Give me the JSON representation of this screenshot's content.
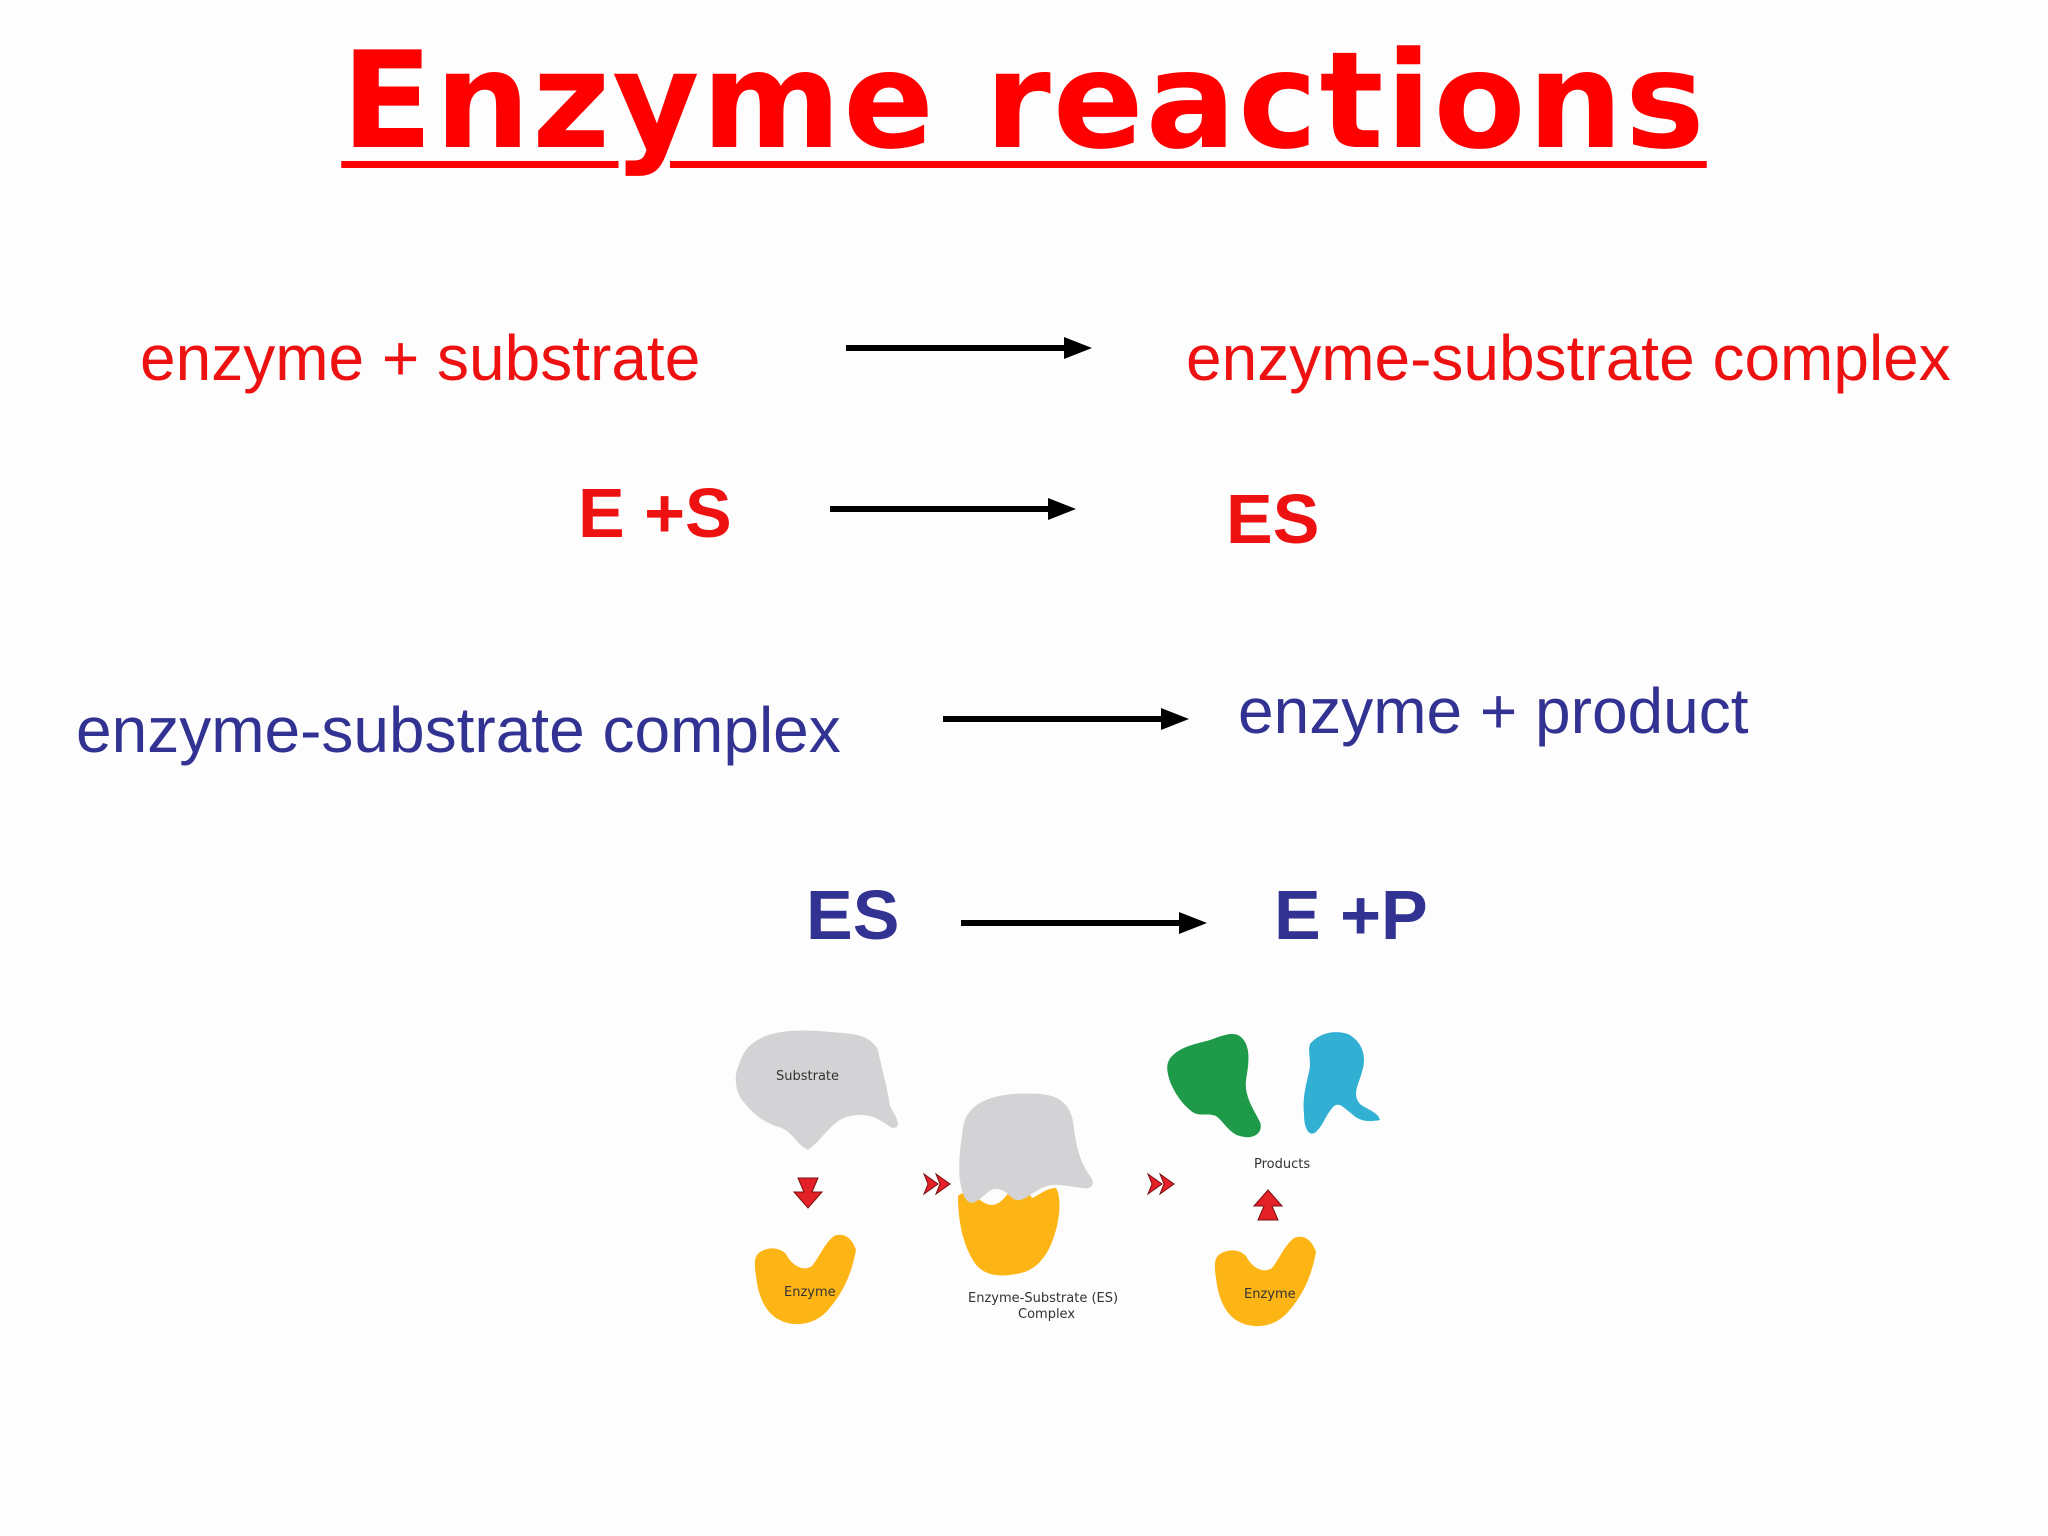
{
  "title": "Enzyme reactions",
  "reactions": [
    {
      "left": "enzyme + substrate",
      "right": "enzyme-substrate complex",
      "left_short": "E +S",
      "right_short": "ES",
      "color": "#ee1111"
    },
    {
      "left": "enzyme-substrate complex",
      "right": "enzyme + product",
      "left_short": "ES",
      "right_short": "E +P",
      "color": "#323293"
    }
  ],
  "illustration": {
    "substrate_label": "Substrate",
    "enzyme_label_1": "Enzyme",
    "complex_label_line1": "Enzyme-Substrate (ES)",
    "complex_label_line2": "Complex",
    "products_label": "Products",
    "enzyme_label_2": "Enzyme",
    "colors": {
      "substrate": "#d3d3d6",
      "enzyme": "#fdb515",
      "product_green": "#1e9a48",
      "product_blue": "#32b0d3",
      "arrow": "#e42127"
    }
  }
}
